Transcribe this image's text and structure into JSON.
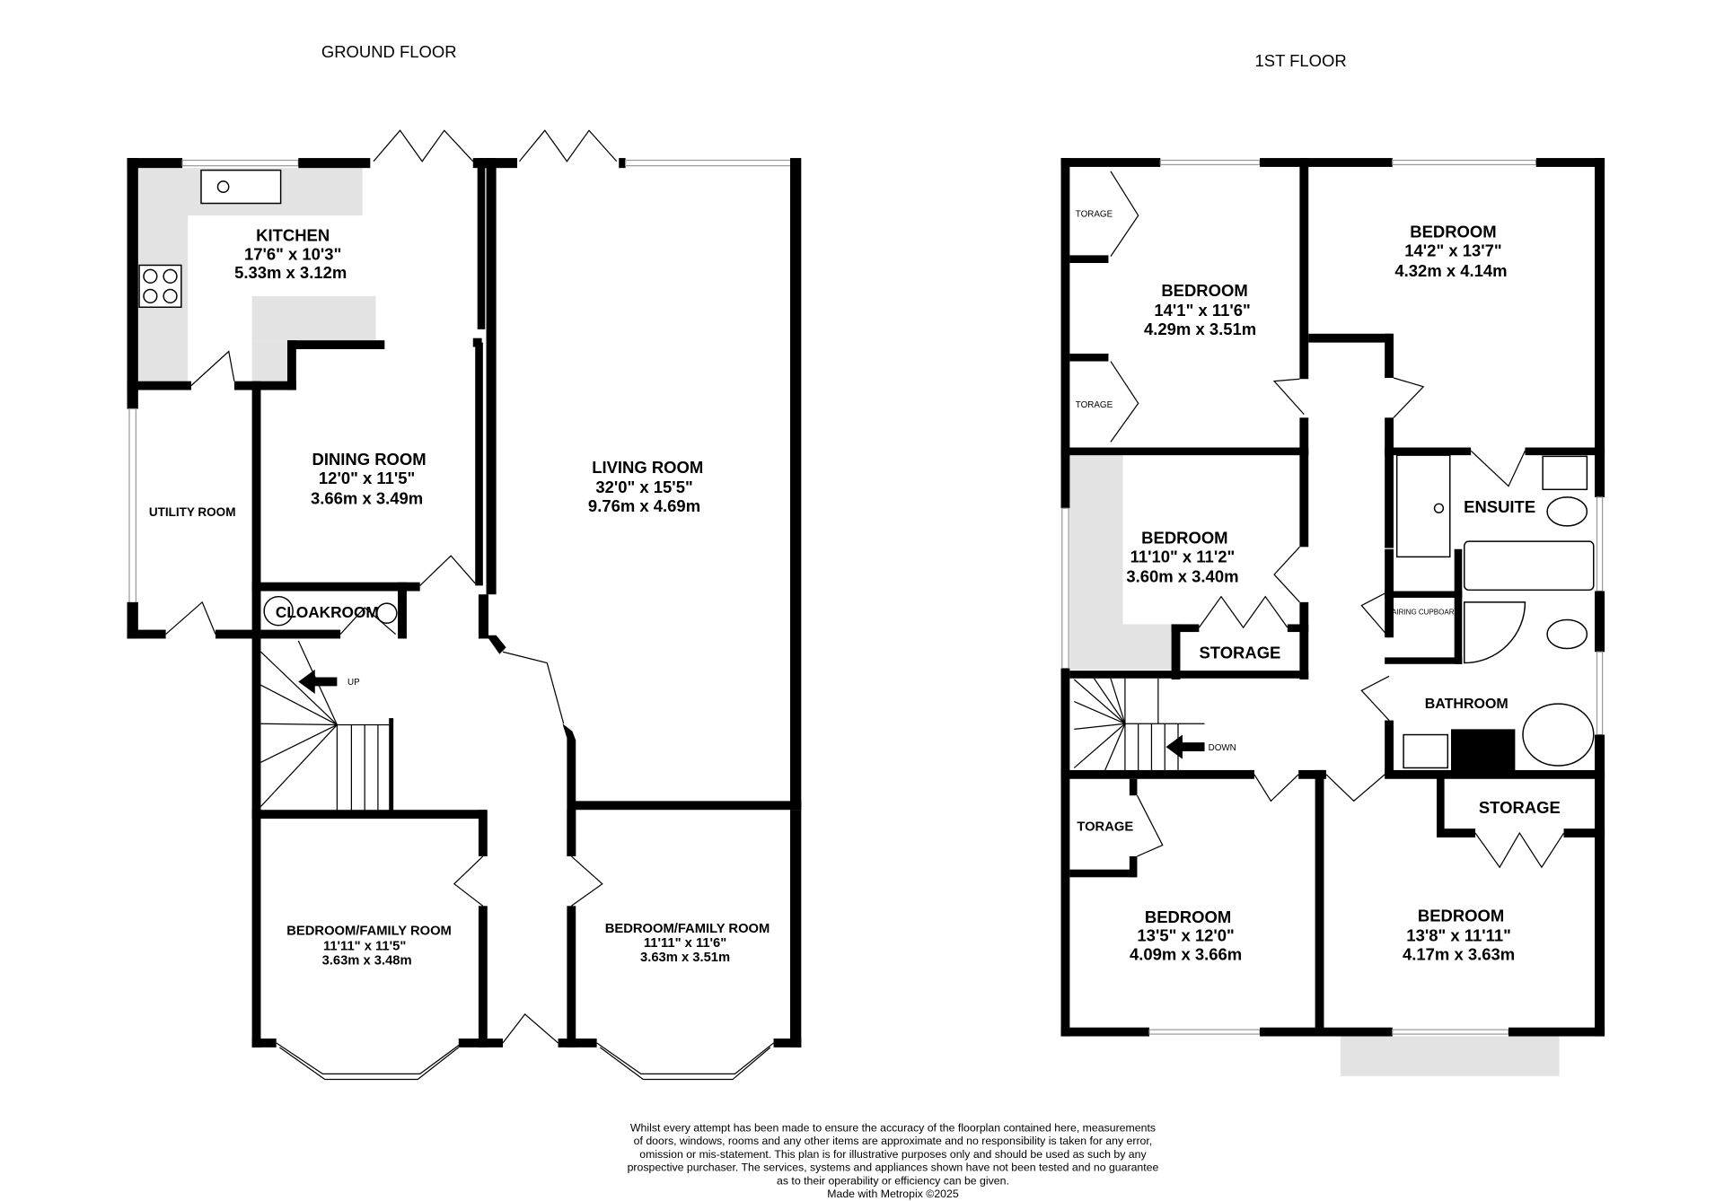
{
  "ground_floor": {
    "title": "GROUND FLOOR",
    "rooms": [
      {
        "name": "KITCHEN",
        "imperial": "17'6\"  x 10'3\"",
        "metric": "5.33m  x 3.12m"
      },
      {
        "name": "DINING ROOM",
        "imperial": "12'0\"  x 11'5\"",
        "metric": "3.66m  x 3.49m"
      },
      {
        "name": "LIVING ROOM",
        "imperial": "32'0\"  x 15'5\"",
        "metric": "9.76m  x 4.69m"
      },
      {
        "name": "UTILITY ROOM"
      },
      {
        "name": "CLOAKROOM"
      },
      {
        "name": "BEDROOM/FAMILY ROOM",
        "imperial": "11'11\"  x 11'5\"",
        "metric": "3.63m  x 3.48m"
      },
      {
        "name": "BEDROOM/FAMILY ROOM",
        "imperial": "11'11\"  x 11'6\"",
        "metric": "3.63m  x 3.51m"
      }
    ],
    "stairs_label": "UP"
  },
  "first_floor": {
    "title": "1ST FLOOR",
    "rooms": [
      {
        "name": "BEDROOM",
        "imperial": "14'1\"  x 11'6\"",
        "metric": "4.29m  x 3.51m"
      },
      {
        "name": "BEDROOM",
        "imperial": "14'2\"  x 13'7\"",
        "metric": "4.32m  x 4.14m"
      },
      {
        "name": "BEDROOM",
        "imperial": "11'10\"  x 11'2\"",
        "metric": "3.60m  x 3.40m"
      },
      {
        "name": "BEDROOM",
        "imperial": "13'5\"  x 12'0\"",
        "metric": "4.09m  x 3.66m"
      },
      {
        "name": "BEDROOM",
        "imperial": "13'8\"  x 11'11\"",
        "metric": "4.17m  x 3.63m"
      },
      {
        "name": "ENSUITE"
      },
      {
        "name": "BATHROOM"
      },
      {
        "name": "STORAGE"
      },
      {
        "name": "STORAGE"
      },
      {
        "name": "AIRING CUPBOARD"
      },
      {
        "name": "TORAGE"
      },
      {
        "name": "TORAGE"
      },
      {
        "name": "TORAGE"
      }
    ],
    "stairs_label": "DOWN"
  },
  "disclaimer": [
    "Whilst every attempt has been made to ensure the accuracy of the floorplan contained here, measurements",
    "of doors, windows, rooms and any other items are approximate and no responsibility is taken for any error,",
    "omission or mis-statement. This plan is for illustrative purposes only and should be used as such by any",
    "prospective purchaser. The services, systems and appliances shown have not been tested and no guarantee",
    "as to their operability or efficiency can be given."
  ],
  "credit": "Made with Metropix ©2025"
}
